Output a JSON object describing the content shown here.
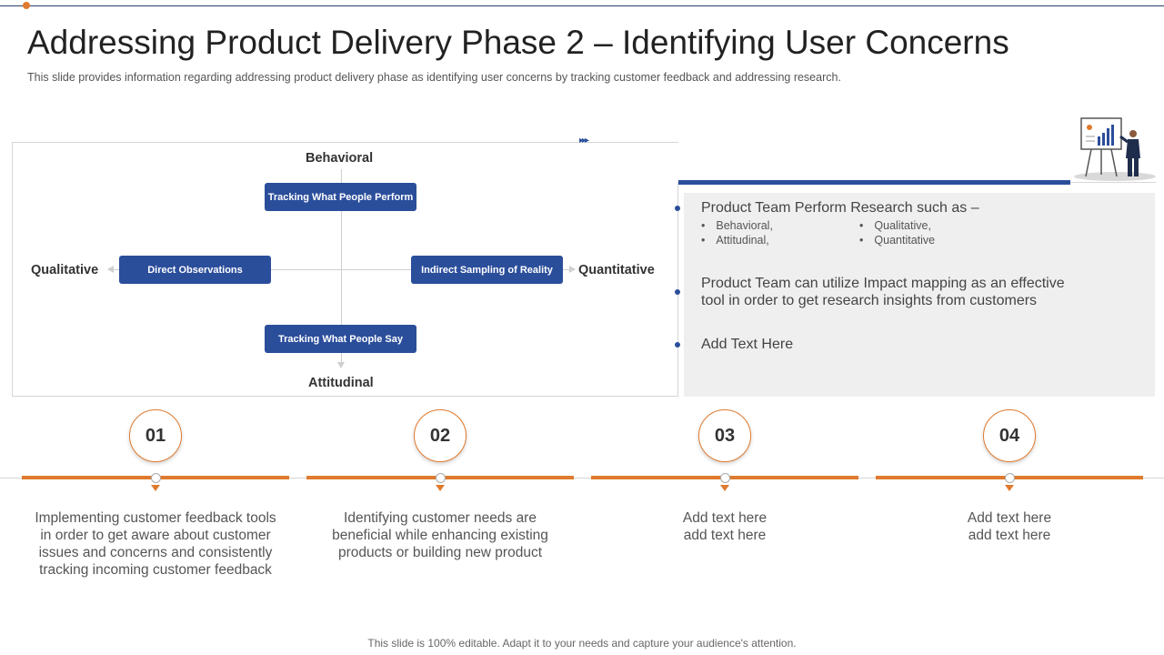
{
  "header": {
    "title": "Addressing Product Delivery Phase 2 – Identifying User Concerns",
    "subtitle": "This slide provides information regarding addressing product delivery phase as identifying user concerns by tracking customer feedback and addressing research."
  },
  "diagram": {
    "chevrons": "▸▸▸",
    "axis_top": "Behavioral",
    "axis_bottom": "Attitudinal",
    "axis_left": "Qualitative",
    "axis_right": "Quantitative",
    "box_top": "Tracking What People Perform",
    "box_left": "Direct Observations",
    "box_right": "Indirect Sampling of Reality",
    "box_bottom": "Tracking What People Say"
  },
  "info": {
    "point1": "Product Team Perform Research such as –",
    "point1_items": [
      "Behavioral,",
      "Attitudinal,",
      "Qualitative,",
      "Quantitative"
    ],
    "point2_line1": "Product Team can utilize Impact mapping as an effective",
    "point2_line2": "tool in order to get research insights from customers",
    "point3": "Add Text Here"
  },
  "steps": [
    {
      "number": "01",
      "lines": [
        "Implementing customer feedback tools",
        "in order to get aware about customer",
        "issues and concerns and consistently",
        "tracking incoming customer feedback"
      ]
    },
    {
      "number": "02",
      "lines": [
        "Identifying customer needs are",
        "beneficial while enhancing existing",
        "products or building new product"
      ]
    },
    {
      "number": "03",
      "lines": [
        "Add text here",
        "add text here"
      ]
    },
    {
      "number": "04",
      "lines": [
        "Add text here",
        "add text here"
      ]
    }
  ],
  "footer": "This slide is 100% editable. Adapt it to your needs and capture your audience's attention.",
  "colors": {
    "accent_blue": "#2b4e9b",
    "accent_orange": "#e07a2e"
  }
}
